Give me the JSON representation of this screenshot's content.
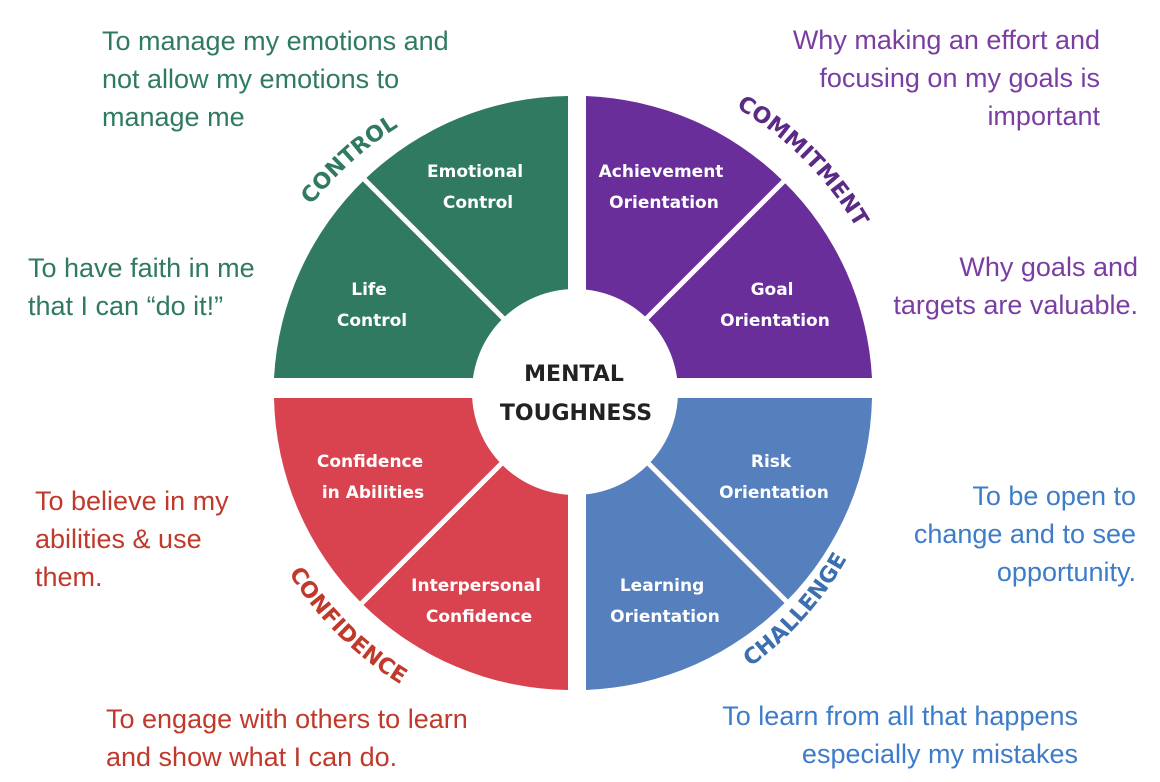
{
  "center": {
    "line1": "MENTAL",
    "line2": "TOUGHNESS"
  },
  "quadrants": {
    "control": {
      "title": "CONTROL",
      "color": "#2f7a60",
      "title_color": "#2f7a60",
      "segments": [
        {
          "lines": [
            "Emotional",
            "Control"
          ]
        },
        {
          "lines": [
            "Life",
            "Control"
          ]
        }
      ]
    },
    "commitment": {
      "title": "COMMITMENT",
      "color": "#6a2e9a",
      "title_color": "#5b2a86",
      "segments": [
        {
          "lines": [
            "Achievement",
            "Orientation"
          ]
        },
        {
          "lines": [
            "Goal",
            "Orientation"
          ]
        }
      ]
    },
    "confidence": {
      "title": "CONFIDENCE",
      "color": "#d9434f",
      "title_color": "#c0392b",
      "segments": [
        {
          "lines": [
            "Confidence",
            "in Abilities"
          ]
        },
        {
          "lines": [
            "Interpersonal",
            "Confidence"
          ]
        }
      ]
    },
    "challenge": {
      "title": "CHALLENGE",
      "color": "#5580bd",
      "title_color": "#3d6fb0",
      "segments": [
        {
          "lines": [
            "Risk",
            "Orientation"
          ]
        },
        {
          "lines": [
            "Learning",
            "Orientation"
          ]
        }
      ]
    }
  },
  "notes": {
    "control_emotional": {
      "lines": [
        "To manage my emotions and",
        "not allow my emotions to",
        "manage me"
      ]
    },
    "control_life": {
      "lines": [
        "To have faith in me",
        "that I can “do it!”"
      ]
    },
    "commitment_achieve": {
      "lines": [
        "Why making an effort and",
        "focusing on my goals is",
        "important"
      ]
    },
    "commitment_goal": {
      "lines": [
        "Why goals and",
        "targets are valuable."
      ]
    },
    "confidence_abilities": {
      "lines": [
        "To believe in my",
        "abilities & use",
        "them."
      ]
    },
    "confidence_inter": {
      "lines": [
        "To engage with others to learn",
        "and show what I can do."
      ]
    },
    "challenge_risk": {
      "lines": [
        "To be open to",
        "change and to see",
        "opportunity."
      ]
    },
    "challenge_learning": {
      "lines": [
        "To learn from all that happens",
        "especially my mistakes"
      ]
    }
  }
}
